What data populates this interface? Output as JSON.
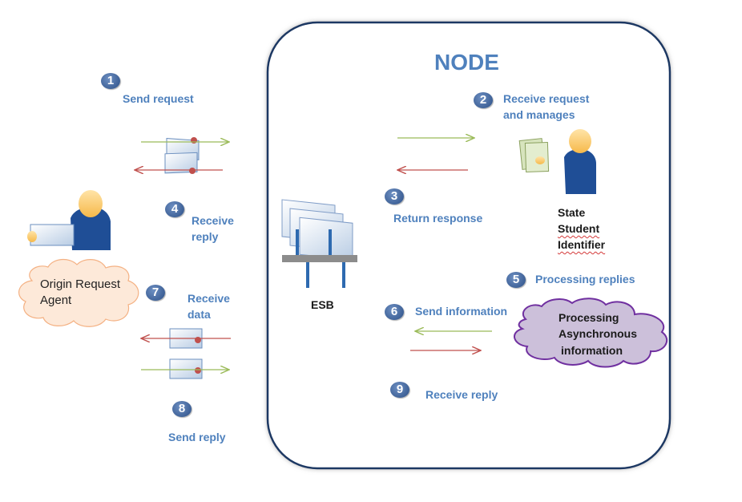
{
  "title": "NODE",
  "steps": [
    {
      "num": "1",
      "label": "Send request"
    },
    {
      "num": "2",
      "label_line1": "Receive request",
      "label_line2": "and manages"
    },
    {
      "num": "3",
      "label": "Return response"
    },
    {
      "num": "4",
      "label_line1": "Receive",
      "label_line2": "reply"
    },
    {
      "num": "5",
      "label": "Processing replies"
    },
    {
      "num": "6",
      "label": "Send information"
    },
    {
      "num": "7",
      "label_line1": "Receive",
      "label_line2": "data"
    },
    {
      "num": "8",
      "label": "Send reply"
    },
    {
      "num": "9",
      "label": "Receive reply"
    }
  ],
  "esb_label": "ESB",
  "state_student_identifier": {
    "line1": "State",
    "line2": "Student",
    "line3": "Identifier"
  },
  "origin_agent": {
    "line1": "Origin Request",
    "line2": "Agent"
  },
  "processing_cloud": {
    "line1": "Processing",
    "line2": "Asynchronous",
    "line3": "information"
  },
  "colors": {
    "accent": "#4f81bd",
    "badge": "#2c4f86",
    "node_border": "#1f3864",
    "arrow_green": "#9bbb59",
    "arrow_red": "#c0504d",
    "cloud_peach": "#fde9d9",
    "cloud_peach_border": "#f4b183",
    "cloud_purple": "#ccc0da",
    "cloud_purple_border": "#7030a0"
  }
}
